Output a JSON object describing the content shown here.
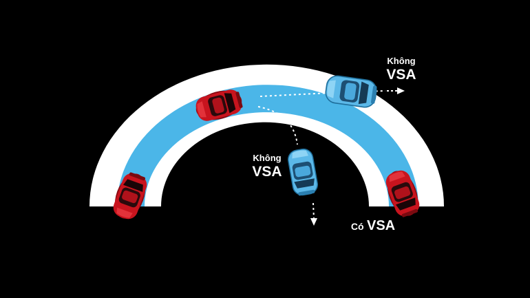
{
  "labels": {
    "without_vsa_top": {
      "line1": "Không",
      "line2": "VSA"
    },
    "without_vsa_middle": {
      "line1": "Không",
      "line2": "VSA"
    },
    "with_vsa": {
      "prefix": "Có",
      "main": "VSA"
    }
  },
  "colors": {
    "background": "#000000",
    "road_outer": "#ffffff",
    "road_band": "#4bb6e8",
    "car_red": "#c8141e",
    "car_blue": "#5bb8e8",
    "path_line": "#ffffff"
  },
  "icons": [
    "red-car-icon",
    "blue-car-icon",
    "arrow-right-icon",
    "arrow-down-icon"
  ]
}
